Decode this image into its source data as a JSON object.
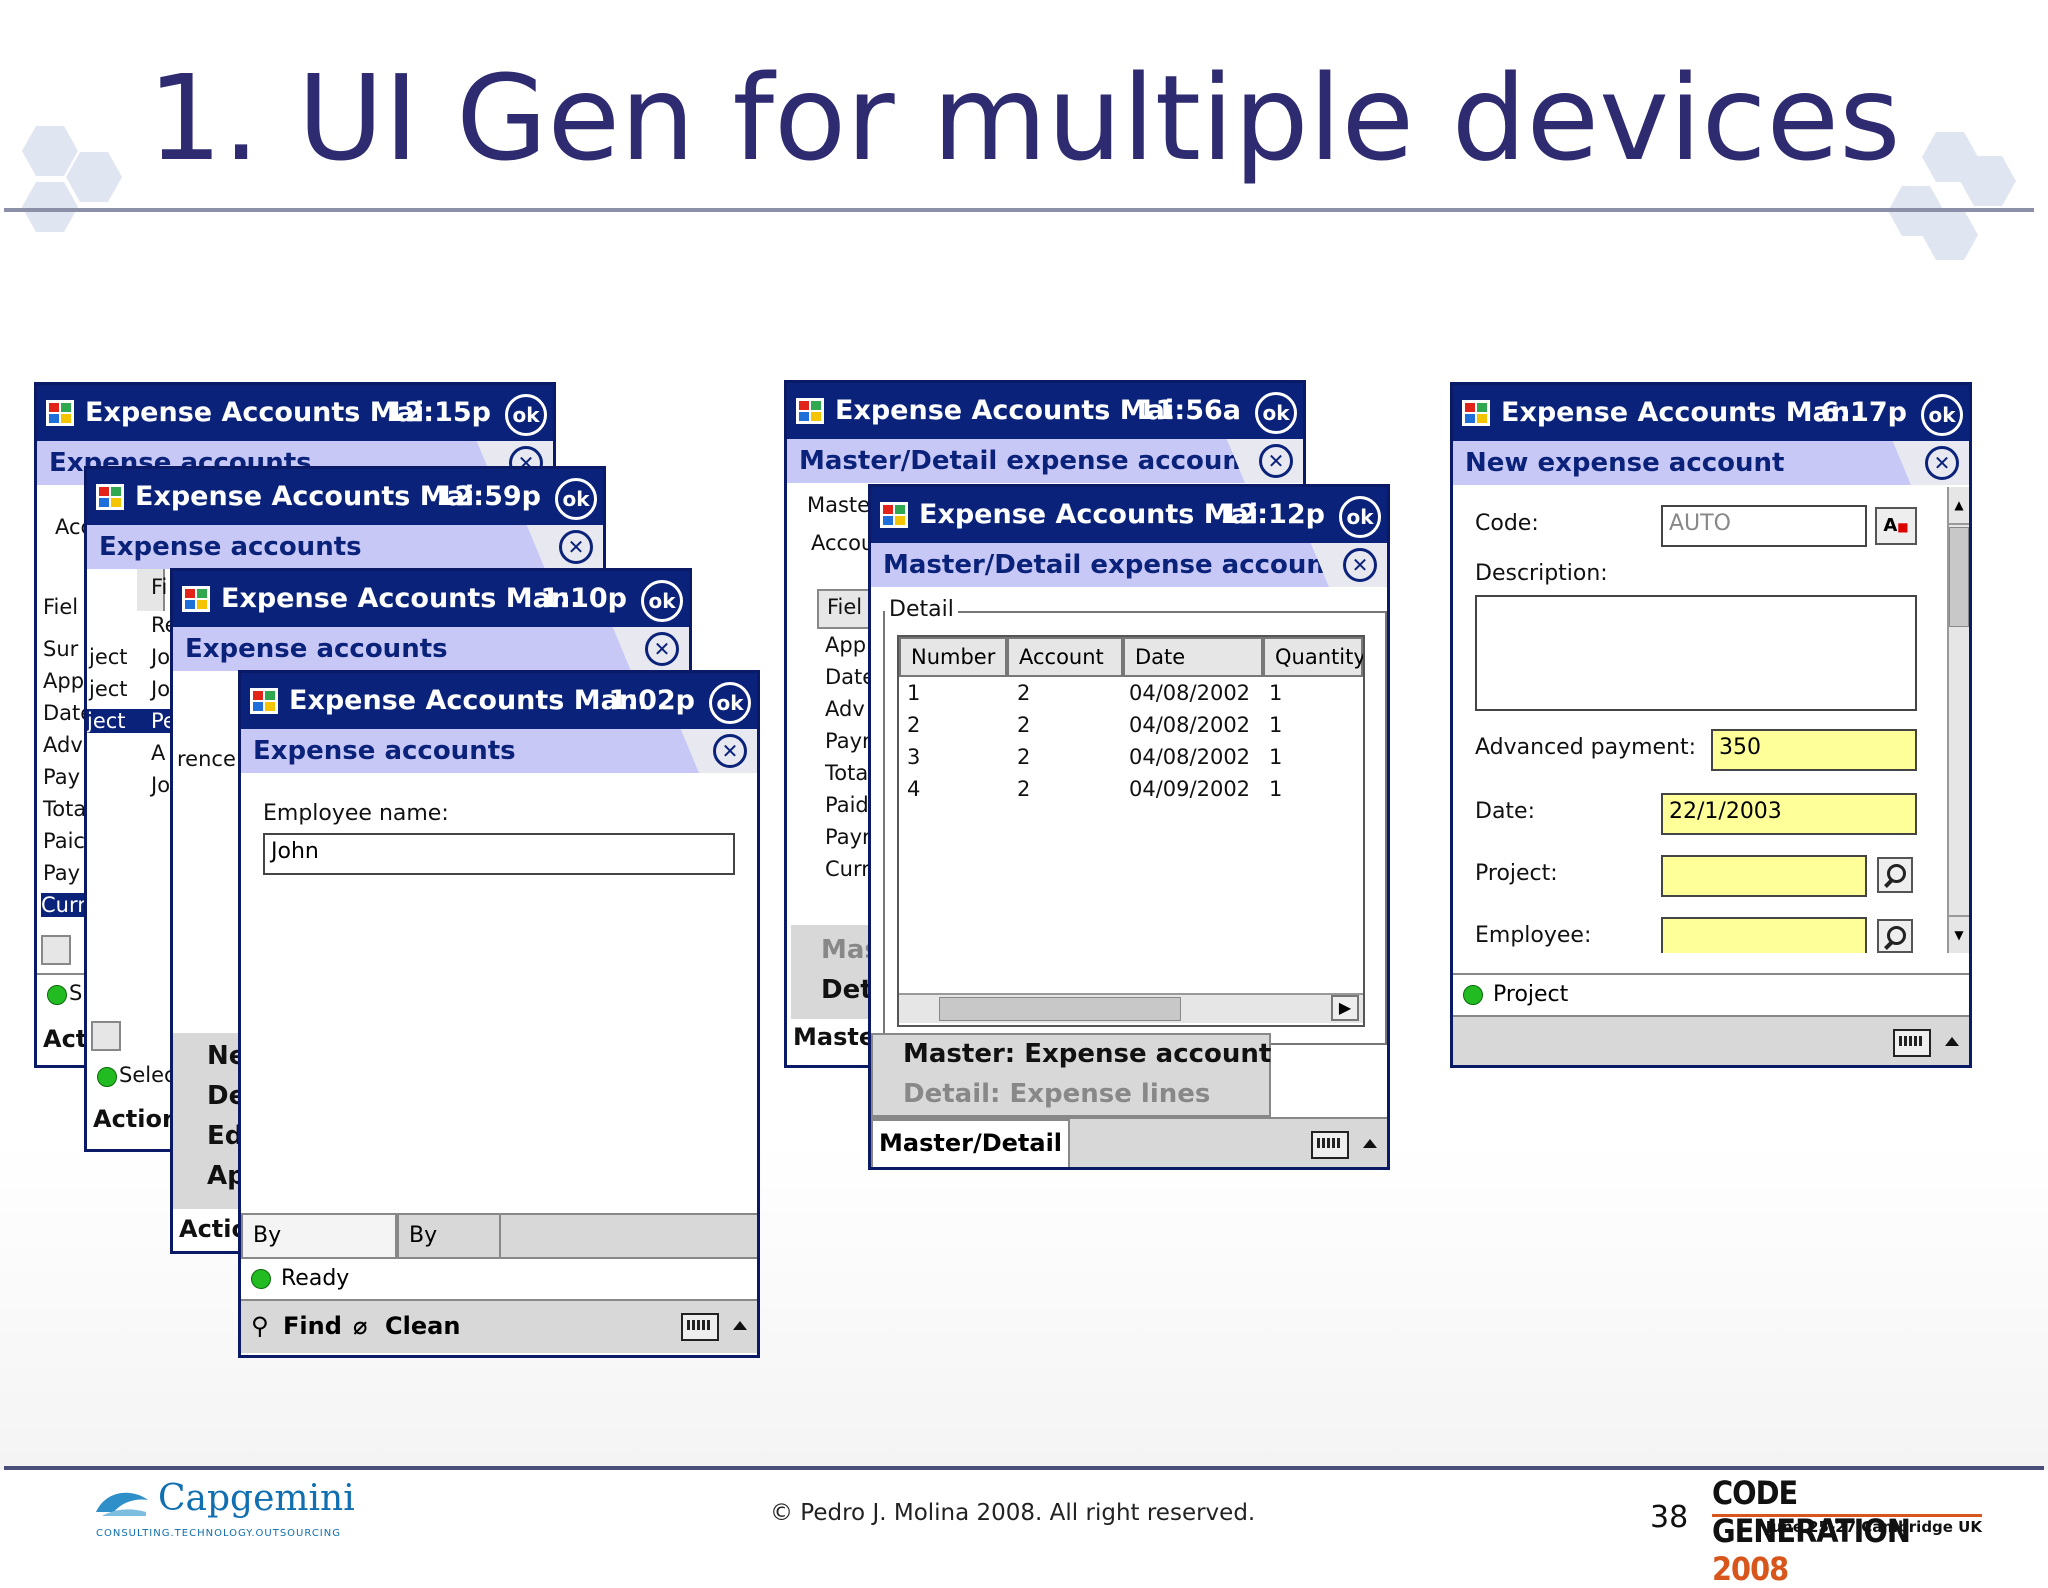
{
  "slide": {
    "title": "1. UI Gen for multiple devices",
    "footer": {
      "logo_word": "Capgemini",
      "logo_tagline": "CONSULTING.TECHNOLOGY.OUTSOURCING",
      "copyright": "© Pedro J. Molina 2008. All right reserved.",
      "page_number": "38",
      "event_name_left": "CODE GENERATION",
      "event_name_year": "2008",
      "event_dates": "June 25-27 Cambridge UK"
    }
  },
  "colors": {
    "title": "#2e2b70",
    "titlebar": "#0a2279",
    "subtitle_band": "#c8c8f6",
    "input_highlight": "#ffff99"
  },
  "windows": {
    "w1": {
      "title": "Expense Accounts Mai",
      "time": "12:15p",
      "ok": "ok",
      "subtitle": "Expense accounts",
      "peek_labels": [
        "Acc",
        "Fiel",
        "Sur",
        "App",
        "Date",
        "Adv",
        "Pay",
        "Tota",
        "Paic",
        "Pay",
        "Curr",
        "S",
        "Act"
      ]
    },
    "w2": {
      "title": "Expense Accounts Mai",
      "time": "12:59p",
      "ok": "ok",
      "subtitle": "Expense accounts",
      "peek_labels": [
        "Fi",
        "Re",
        "ject",
        "Jo",
        "ject",
        "Jo",
        "ject",
        "Pe",
        "A",
        "Jo",
        "Selec",
        "Action"
      ]
    },
    "w3": {
      "title": "Expense Accounts Man.",
      "time": "1:10p",
      "ok": "ok",
      "subtitle": "Expense accounts",
      "peek_labels": [
        "rence",
        "Ne",
        "De",
        "Ed",
        "Ap",
        "Actio"
      ]
    },
    "w4": {
      "title": "Expense Accounts Man.",
      "time": "1:02p",
      "ok": "ok",
      "subtitle": "Expense accounts",
      "employee_label": "Employee name:",
      "employee_value": "John",
      "tabs": [
        "By employee",
        "By date"
      ],
      "status": "Ready",
      "menu": {
        "find": "Find",
        "clean": "Clean"
      }
    },
    "w5": {
      "title": "Expense Accounts Mai",
      "time": "11:56a",
      "ok": "ok",
      "subtitle": "Master/Detail expense accounts",
      "peek_labels": [
        "Maste",
        "Accou",
        "Fiel",
        "App",
        "Date",
        "Adv",
        "Payr",
        "Tota",
        "Paid",
        "Payr",
        "Curr",
        "Mas",
        "Det",
        "Maste"
      ]
    },
    "w6": {
      "title": "Expense Accounts Mai",
      "time": "12:12p",
      "ok": "ok",
      "subtitle": "Master/Detail expense accounts",
      "group_label": "Detail",
      "columns": [
        "Number",
        "Account",
        "Date",
        "Quantity"
      ],
      "rows": [
        [
          "1",
          "2",
          "04/08/2002",
          "1"
        ],
        [
          "2",
          "2",
          "04/08/2002",
          "1"
        ],
        [
          "3",
          "2",
          "04/08/2002",
          "1"
        ],
        [
          "4",
          "2",
          "04/09/2002",
          "1"
        ]
      ],
      "popup": {
        "item1": "Master: Expense account",
        "item2": "Detail: Expense lines"
      },
      "menu_label": "Master/Detail"
    },
    "w7": {
      "title": "Expense Accounts Man.",
      "time": "6:17p",
      "ok": "ok",
      "subtitle": "New expense account",
      "code_label": "Code:",
      "code_value": "AUTO",
      "code_button": "A",
      "description_label": "Description:",
      "description_value": "",
      "advanced_label": "Advanced payment:",
      "advanced_value": "350",
      "date_label": "Date:",
      "date_value": "22/1/2003",
      "project_label": "Project:",
      "project_value": "",
      "employee_label": "Employee:",
      "employee_value": "",
      "status": "Project"
    }
  }
}
